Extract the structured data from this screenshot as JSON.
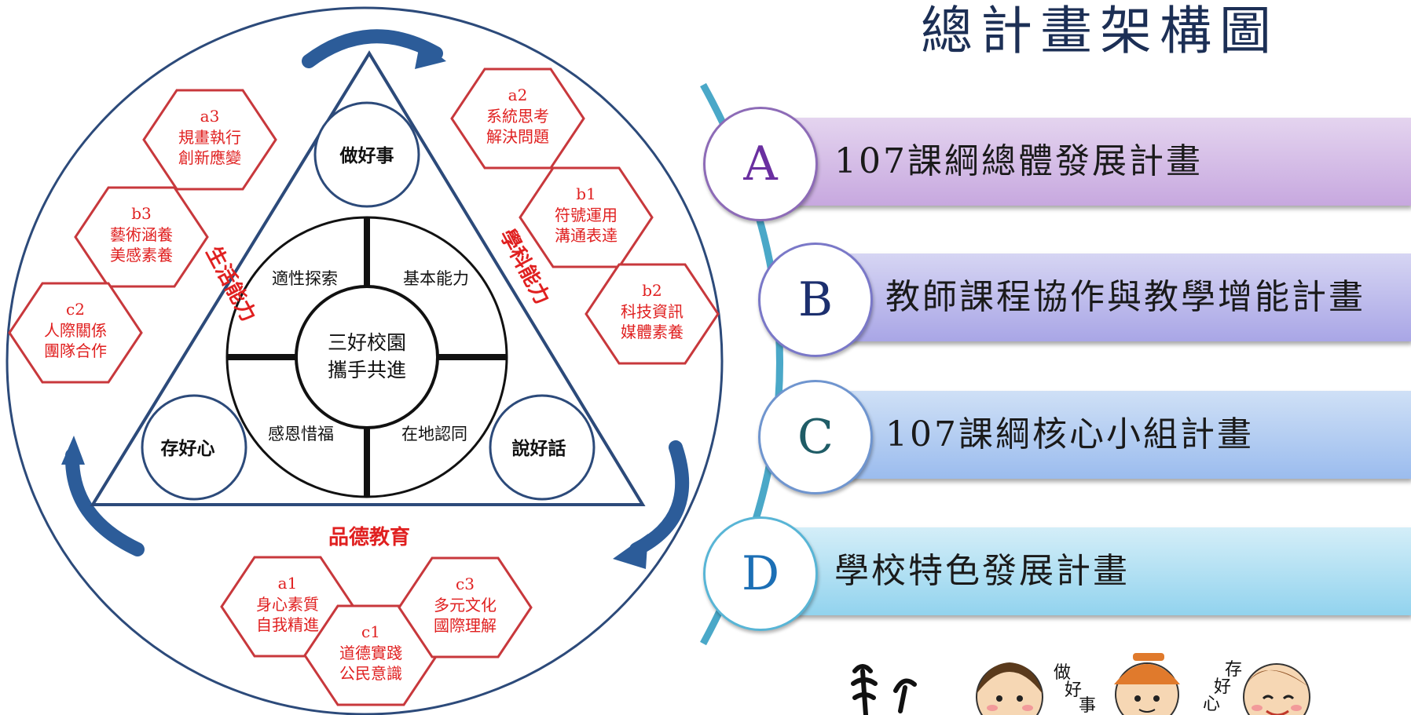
{
  "title": "總計畫架構圖",
  "diagram": {
    "center_line1": "三好校園",
    "center_line2": "攜手共進",
    "quadrants": [
      "適性探索",
      "基本能力",
      "感恩惜福",
      "在地認同"
    ],
    "vertices": {
      "top": "做好事",
      "left": "存好心",
      "right": "說好話"
    },
    "sides": {
      "left": "生活能力",
      "right": "學科能力",
      "bottom": "品德教育"
    },
    "hexagons": {
      "a1": {
        "code": "a1",
        "line1": "身心素質",
        "line2": "自我精進"
      },
      "a2": {
        "code": "a2",
        "line1": "系統思考",
        "line2": "解決問題"
      },
      "a3": {
        "code": "a3",
        "line1": "規畫執行",
        "line2": "創新應變"
      },
      "b1": {
        "code": "b1",
        "line1": "符號運用",
        "line2": "溝通表達"
      },
      "b2": {
        "code": "b2",
        "line1": "科技資訊",
        "line2": "媒體素養"
      },
      "b3": {
        "code": "b3",
        "line1": "藝術涵養",
        "line2": "美感素養"
      },
      "c1": {
        "code": "c1",
        "line1": "道德實踐",
        "line2": "公民意識"
      },
      "c2": {
        "code": "c2",
        "line1": "人際關係",
        "line2": "團隊合作"
      },
      "c3": {
        "code": "c3",
        "line1": "多元文化",
        "line2": "國際理解"
      }
    }
  },
  "plans": [
    {
      "letter": "A",
      "label": "107課綱總體發展計畫",
      "letter_color": "#6a2fa0"
    },
    {
      "letter": "B",
      "label": "教師課程協作與教學增能計畫",
      "letter_color": "#1c2f6e"
    },
    {
      "letter": "C",
      "label": "107課綱核心小組計畫",
      "letter_color": "#1f5c66"
    },
    {
      "letter": "D",
      "label": "學校特色發展計畫",
      "letter_color": "#1c6fb5"
    }
  ],
  "illustration": {
    "tag1_line1": "做",
    "tag1_line2": "好",
    "tag1_line3": "事",
    "tag2_line1": "存",
    "tag2_line2": "好",
    "tag2_line3": "心"
  },
  "colors": {
    "red": "#e02020",
    "navy": "#2c4a7a",
    "accent_teal": "#4aa8c8"
  }
}
